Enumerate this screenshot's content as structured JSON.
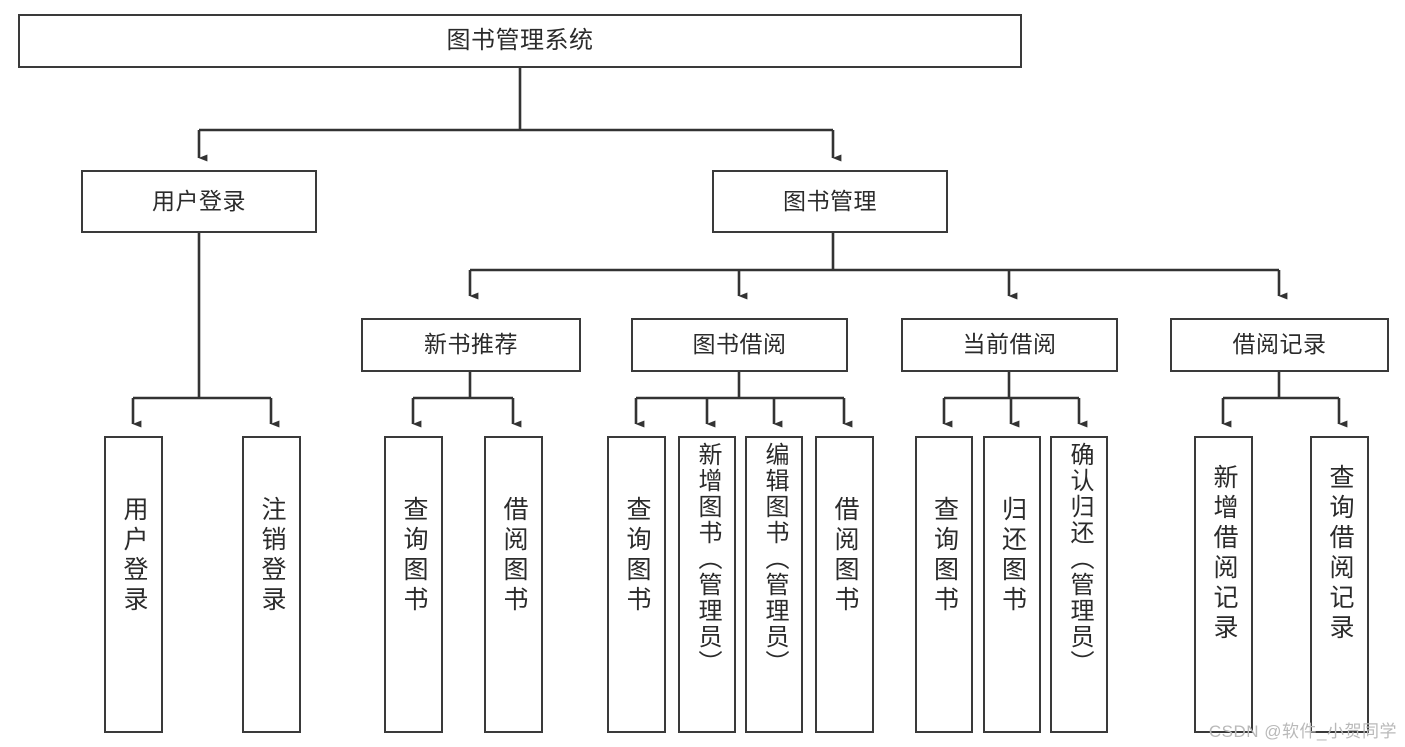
{
  "diagram": {
    "title": "图书管理系统",
    "type": "tree-hierarchy",
    "colors": {
      "background": "#ffffff",
      "border": "#3a3a3a",
      "text": "#2b2b2b",
      "connector": "#333333",
      "watermark": "#b9b9b9"
    },
    "root": {
      "label": "图书管理系统"
    },
    "level2": [
      {
        "label": "用户登录"
      },
      {
        "label": "图书管理"
      }
    ],
    "level3": [
      {
        "label": "新书推荐"
      },
      {
        "label": "图书借阅"
      },
      {
        "label": "当前借阅"
      },
      {
        "label": "借阅记录"
      }
    ],
    "leaves": {
      "user_login": [
        {
          "label": "用户登录"
        },
        {
          "label": "注销登录"
        }
      ],
      "new_book_recommend": [
        {
          "label": "查询图书"
        },
        {
          "label": "借阅图书"
        }
      ],
      "book_borrow": [
        {
          "label": "查询图书"
        },
        {
          "label": "新增图书（管理员）"
        },
        {
          "label": "编辑图书（管理员）"
        },
        {
          "label": "借阅图书"
        }
      ],
      "current_borrow": [
        {
          "label": "查询图书"
        },
        {
          "label": "归还图书"
        },
        {
          "label": "确认归还（管理员）"
        }
      ],
      "borrow_record": [
        {
          "label": "新增借阅记录"
        },
        {
          "label": "查询借阅记录"
        }
      ]
    }
  },
  "watermark": {
    "text": "CSDN @软件_小贺同学"
  }
}
